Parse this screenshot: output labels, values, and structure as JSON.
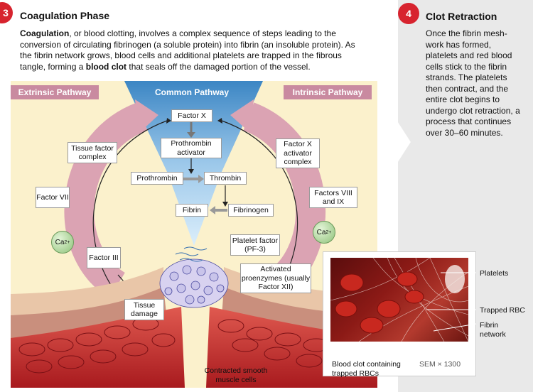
{
  "step3": {
    "badge": "3",
    "title": "Coagulation Phase",
    "p1_term": "Coagulation",
    "p1_rest": ", or blood clotting, involves a complex sequence of steps leading to the conversion of circulating fibrinogen (a soluble protein) into fibrin (an insoluble protein). As the fibrin network grows, blood cells and additional platelets are trapped in the fibrous tangle, forming a",
    "p1_term2": "blood clot",
    "p1_end": "that seals off the damaged portion of the vessel."
  },
  "step4": {
    "badge": "4",
    "title": "Clot Retraction",
    "text": "Once the fibrin mesh-work has formed, platelets and red blood cells stick to the fibrin strands. The platelets then contract, and the entire clot begins to undergo clot retraction, a process that continues over 30–60 minutes."
  },
  "pathways": {
    "extrinsic": "Extrinsic Pathway",
    "common": "Common Pathway",
    "intrinsic": "Intrinsic Pathway"
  },
  "boxes": {
    "factor_x": "Factor X",
    "prothrombin_activator": "Prothrombin activator",
    "prothrombin": "Prothrombin",
    "thrombin": "Thrombin",
    "fibrin": "Fibrin",
    "fibrinogen": "Fibrinogen",
    "tissue_factor_complex": "Tissue factor complex",
    "factor_vii": "Factor VII",
    "factor_iii": "Factor III",
    "tissue_damage": "Tissue damage",
    "factor_x_activator_complex": "Factor X activator complex",
    "factors_viii_ix": "Factors VIII and IX",
    "platelet_factor": "Platelet factor (PF-3)",
    "activated_proenzymes": "Activated proenzymes (usually Factor XII)"
  },
  "ca_label": "Ca",
  "ca_sup": "2+",
  "muscle_label": "Contracted smooth muscle cells",
  "photo": {
    "caption": "Blood clot containing trapped RBCs",
    "magnification": "SEM × 1300",
    "labels": {
      "platelets": "Platelets",
      "trapped_rbc": "Trapped RBC",
      "fibrin_network": "Fibrin network"
    }
  },
  "colors": {
    "badge_red": "#d7232e",
    "extrinsic_pink": "#c98aa0",
    "common_blue": "#4a90c8",
    "background_cream": "#fbf1cc",
    "vessel_red": "#c9282c"
  }
}
